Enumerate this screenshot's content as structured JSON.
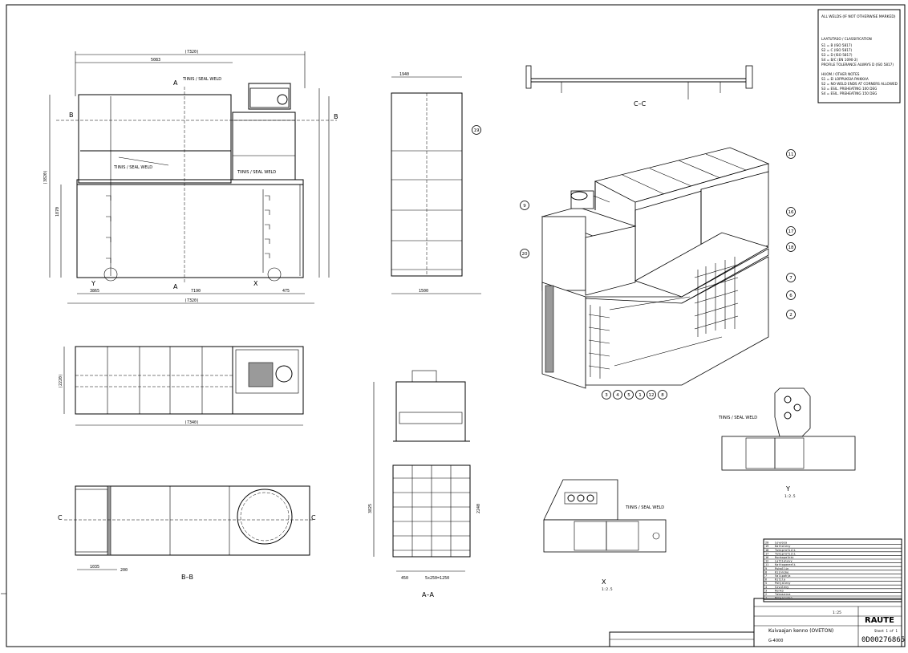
{
  "section_labels": {
    "bb": "B–B",
    "aa": "A–A",
    "cc": "C–C",
    "detail_x": "X",
    "detail_y": "Y",
    "detail_scale": "1:2.5"
  },
  "cut_markers": {
    "a": "A",
    "b": "B",
    "c": "C",
    "x": "X",
    "y": "Y"
  },
  "weld_labels": {
    "main": "TIINIS / SEAL WELD",
    "detail_x": "TIINIS / SEAL WELD",
    "detail_y": "TIINIS / SEAL WELD"
  },
  "dimensions": {
    "overall_top": "(7320)",
    "top_partial": "5083",
    "height_left": "(3820)",
    "lower_height": "1870",
    "side_width": "1940",
    "side_depth": "1500",
    "bottom_total": "(7320)",
    "bottom_mid": "7190",
    "bottom_left": "3865",
    "bottom_right": "475",
    "plan_width": "(7340)",
    "plan_height": "(2220)",
    "bb_dim": "1035",
    "bb_right": "200",
    "aa_w": "2240",
    "aa_h": "3825",
    "aa_bottom": "450",
    "aa_bottom2": "5x250=1250"
  },
  "balloons": [
    "11",
    "16",
    "17",
    "18",
    "7",
    "6",
    "2",
    "9",
    "20",
    "19",
    "3",
    "4",
    "5",
    "1",
    "12",
    "8"
  ],
  "weld_notes": {
    "title": "ALL WELDS (IF NOT OTHERWISE MARKED)",
    "lines": [
      "LAATUTASO / CLASSIFICATION",
      "S1 = B (ISO 5817)",
      "S2 = C (ISO 5817)",
      "S3 = D (ISO 5817)",
      "S4 = B/C (EN 1090-2)",
      "PROFILE TOLERANCE ALWAYS D (ISO 5817)",
      "HUOM / OTHER NOTES",
      "S1 = EI LOPPUKSIA PAIKKAA",
      "S2 = NO WELD ENDS AT CORNERS ALLOWED",
      "S3 = ESIL. PREHEATING 100 DEG",
      "S4 = ESIL. PREHEATING 150 DEG"
    ]
  },
  "title_block": {
    "company": "RAUTE",
    "drawing_title": "Kuivaajan kenno (OVETON)",
    "drawing_sub": "G-4000",
    "drawing_number": "0D00276865",
    "scale": "1:25",
    "sheet": "Sheet 1 of 1",
    "brand_color": "#000000"
  },
  "parts_list": [
    {
      "pos": "20",
      "desc": "Levyosa"
    },
    {
      "pos": "19",
      "desc": "Kattolevy"
    },
    {
      "pos": "18",
      "desc": "Tukiprofiili"
    },
    {
      "pos": "17",
      "desc": "Tukiprofiili"
    },
    {
      "pos": "16",
      "desc": "Runkopalkki"
    },
    {
      "pos": "12",
      "desc": "Lattialevy"
    },
    {
      "pos": "11",
      "desc": "Kattopaneeli"
    },
    {
      "pos": "9",
      "desc": "Puhallin"
    },
    {
      "pos": "8",
      "desc": "Kiinnike"
    },
    {
      "pos": "7",
      "desc": "Valipohja"
    },
    {
      "pos": "6",
      "desc": "Ritila"
    },
    {
      "pos": "5",
      "desc": "Pohjalevy"
    },
    {
      "pos": "4",
      "desc": "Sivulevy"
    },
    {
      "pos": "3",
      "desc": "Runko"
    },
    {
      "pos": "2",
      "desc": "Takaseina"
    },
    {
      "pos": "1",
      "desc": "Pohjarunko"
    }
  ]
}
